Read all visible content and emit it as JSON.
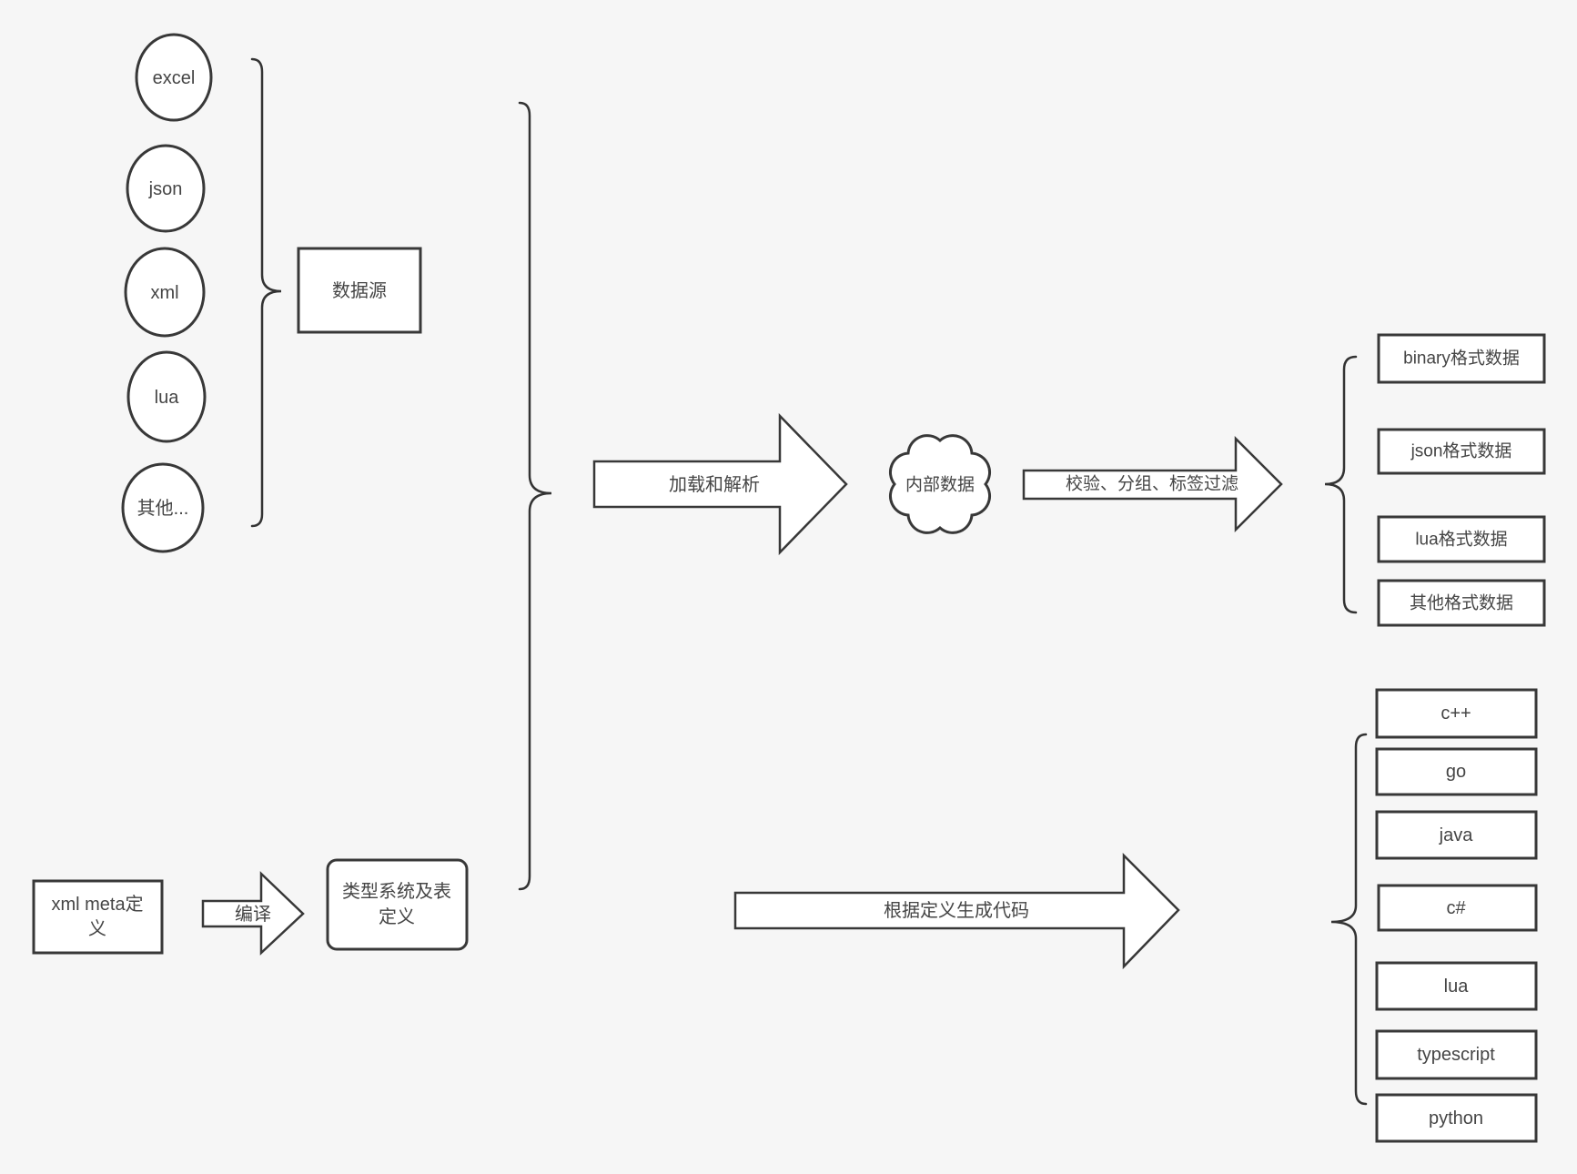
{
  "diagram": {
    "background_color": "#f6f6f6",
    "stroke_color": "#383838",
    "text_color": "#454545",
    "shape_fill_color": "#ffffff"
  },
  "sources": {
    "group_label": "数据源",
    "items": [
      {
        "label": "excel"
      },
      {
        "label": "json"
      },
      {
        "label": "xml"
      },
      {
        "label": "lua"
      },
      {
        "label": "其他..."
      }
    ]
  },
  "pipeline": {
    "load_parse_arrow": "加载和解析",
    "internal_data": "内部数据",
    "filter_arrow": "校验、分组、标签过滤"
  },
  "data_outputs": {
    "items": [
      {
        "label": "binary格式数据"
      },
      {
        "label": "json格式数据"
      },
      {
        "label": "lua格式数据"
      },
      {
        "label": "其他格式数据"
      }
    ]
  },
  "codegen": {
    "xml_meta_line1": "xml meta定",
    "xml_meta_line2": "义",
    "compile_arrow": "编译",
    "type_system_line1": "类型系统及表",
    "type_system_line2": "定义",
    "generate_arrow": "根据定义生成代码"
  },
  "languages": {
    "items": [
      {
        "label": "c++"
      },
      {
        "label": "go"
      },
      {
        "label": "java"
      },
      {
        "label": "c#"
      },
      {
        "label": "lua"
      },
      {
        "label": "typescript"
      },
      {
        "label": "python"
      }
    ]
  }
}
